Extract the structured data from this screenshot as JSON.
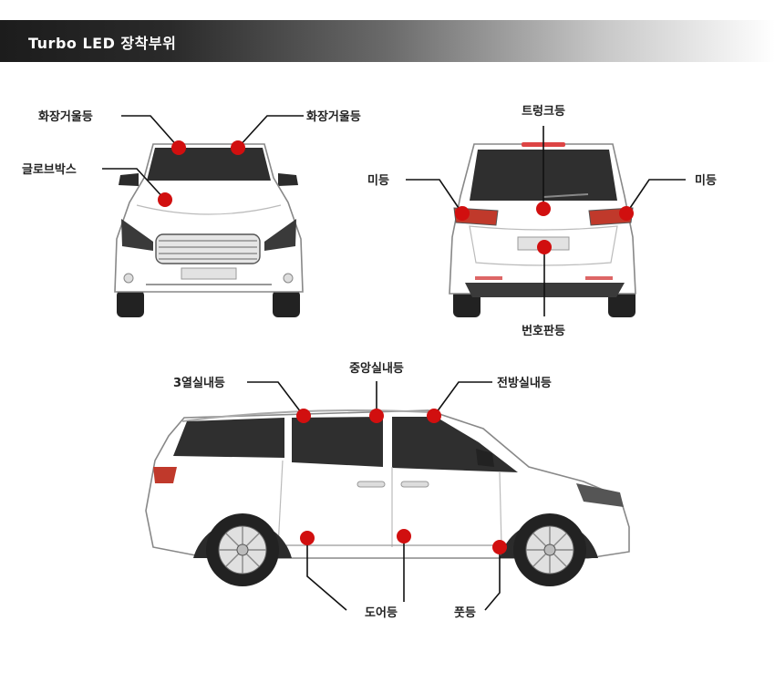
{
  "header": {
    "title": "Turbo LED 장착부위"
  },
  "colors": {
    "led_dot": "#d10f0f",
    "leader_line": "#111111",
    "header_dark": "#1c1c1c"
  },
  "front_view": {
    "labels": {
      "vanity_left": "화장거울등",
      "vanity_right": "화장거울등",
      "glovebox": "글로브박스"
    }
  },
  "rear_view": {
    "labels": {
      "trunk": "트렁크등",
      "tail_left": "미등",
      "tail_right": "미등",
      "license": "번호판등"
    }
  },
  "side_view": {
    "labels": {
      "third_row": "3열실내등",
      "center": "중앙실내등",
      "front": "전방실내등",
      "door": "도어등",
      "foot": "풋등"
    }
  }
}
